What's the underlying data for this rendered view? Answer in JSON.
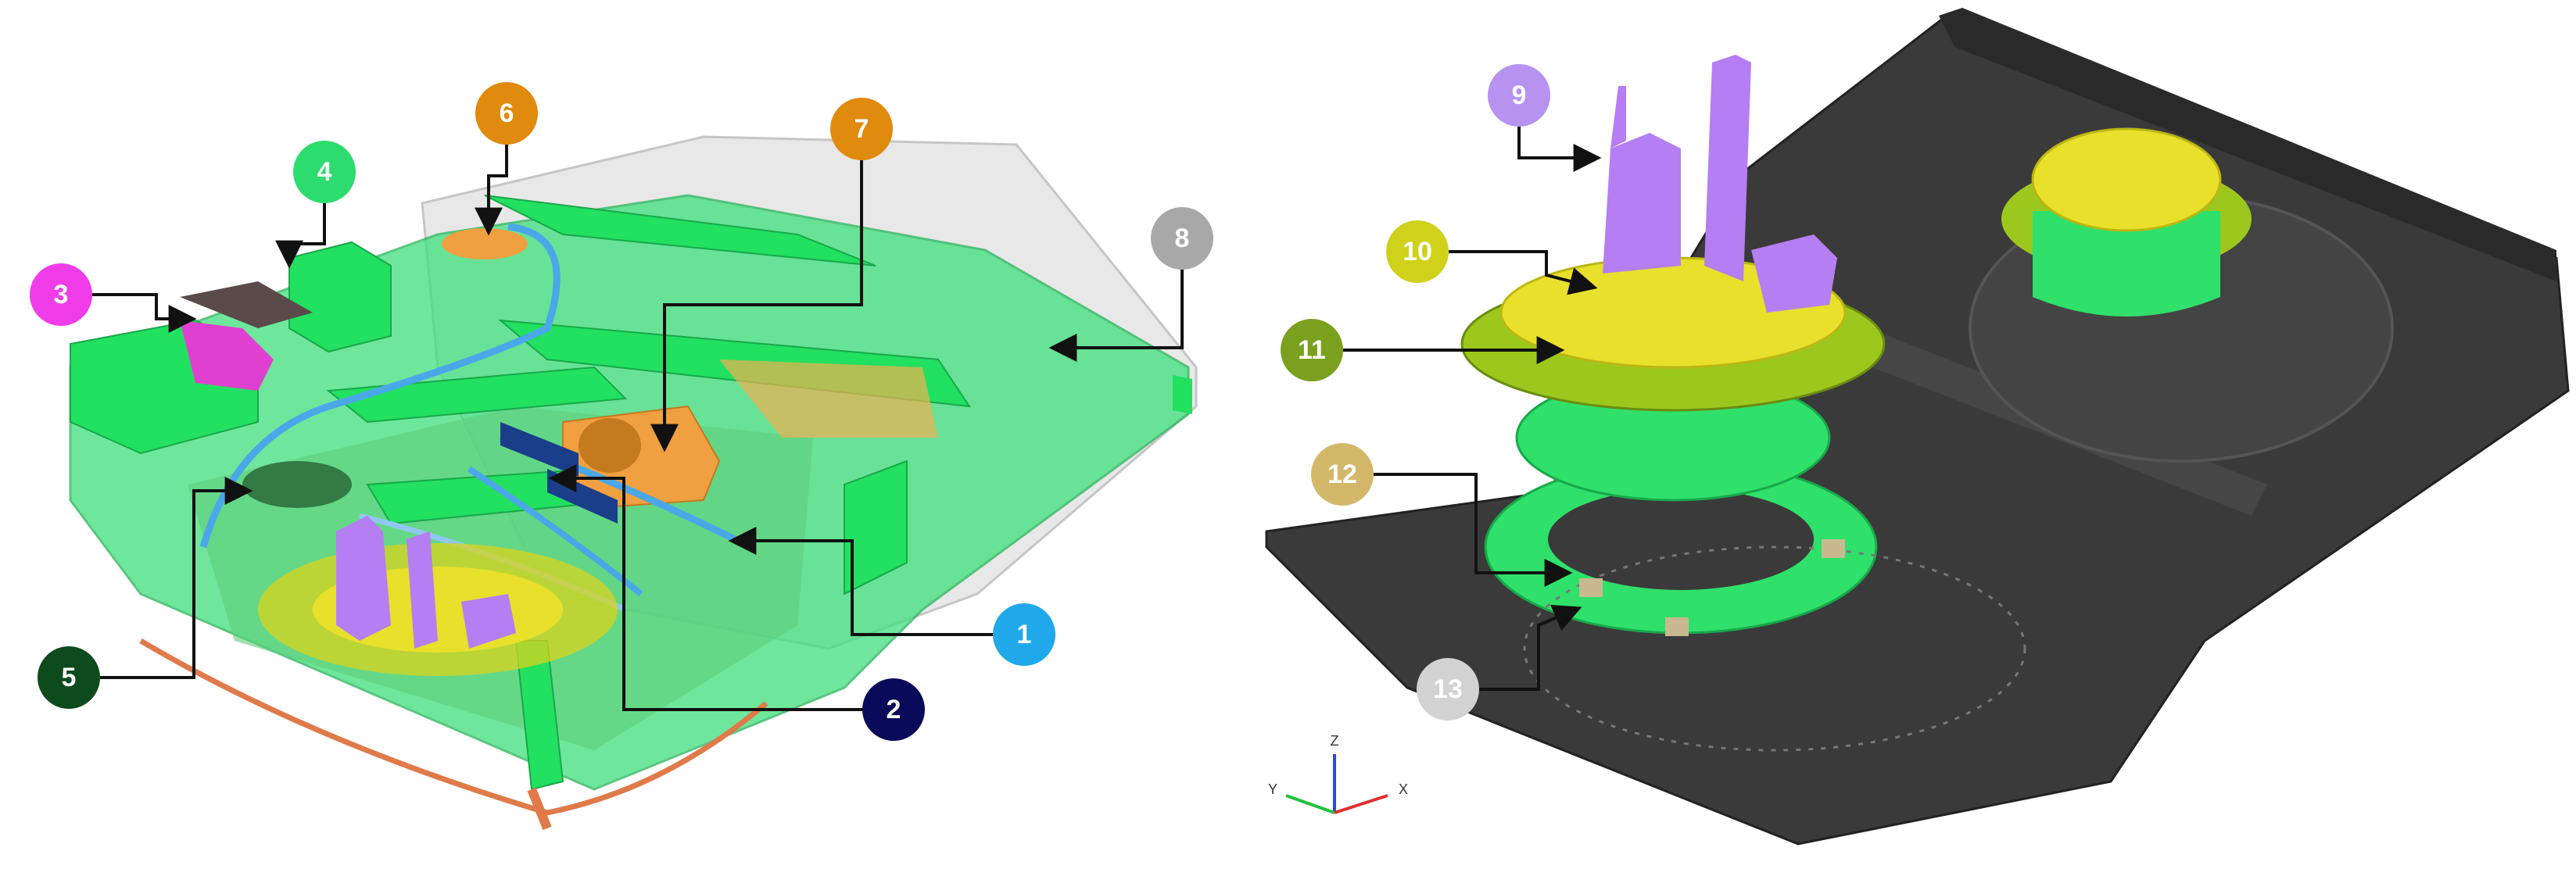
{
  "callouts": [
    {
      "id": "callout-1",
      "label": "1",
      "fill": "#1fa9ea",
      "text": "#ffffff"
    },
    {
      "id": "callout-2",
      "label": "2",
      "fill": "#0a0a5a",
      "text": "#ffffff"
    },
    {
      "id": "callout-3",
      "label": "3",
      "fill": "#f03ce8",
      "text": "#ffffff"
    },
    {
      "id": "callout-4",
      "label": "4",
      "fill": "#2ddc6e",
      "text": "#ffffff"
    },
    {
      "id": "callout-5",
      "label": "5",
      "fill": "#0d4a1c",
      "text": "#ffffff"
    },
    {
      "id": "callout-6",
      "label": "6",
      "fill": "#e08a0e",
      "text": "#ffffff"
    },
    {
      "id": "callout-7",
      "label": "7",
      "fill": "#e08a0e",
      "text": "#ffffff"
    },
    {
      "id": "callout-8",
      "label": "8",
      "fill": "#a8a8a8",
      "text": "#ffffff"
    },
    {
      "id": "callout-9",
      "label": "9",
      "fill": "#b792f0",
      "text": "#ffffff"
    },
    {
      "id": "callout-10",
      "label": "10",
      "fill": "#cfd11a",
      "text": "#ffffff"
    },
    {
      "id": "callout-11",
      "label": "11",
      "fill": "#7aa01e",
      "text": "#ffffff"
    },
    {
      "id": "callout-12",
      "label": "12",
      "fill": "#d4b86a",
      "text": "#ffffff"
    },
    {
      "id": "callout-13",
      "label": "13",
      "fill": "#d2d2d2",
      "text": "#ffffff"
    }
  ],
  "axes": {
    "z": "Z",
    "y": "Y",
    "x": "X"
  },
  "colors": {
    "tank_green": "#2fe06a",
    "tank_green_translucent": "#39e07a",
    "shell_grey": "#d8d8d8",
    "pipe_blue": "#4aa8e8",
    "pump_purple": "#b57ef2",
    "flange_yellow": "#d8d41c",
    "floor_dark": "#3a3a3a",
    "bracket_orange": "#f0a040"
  }
}
